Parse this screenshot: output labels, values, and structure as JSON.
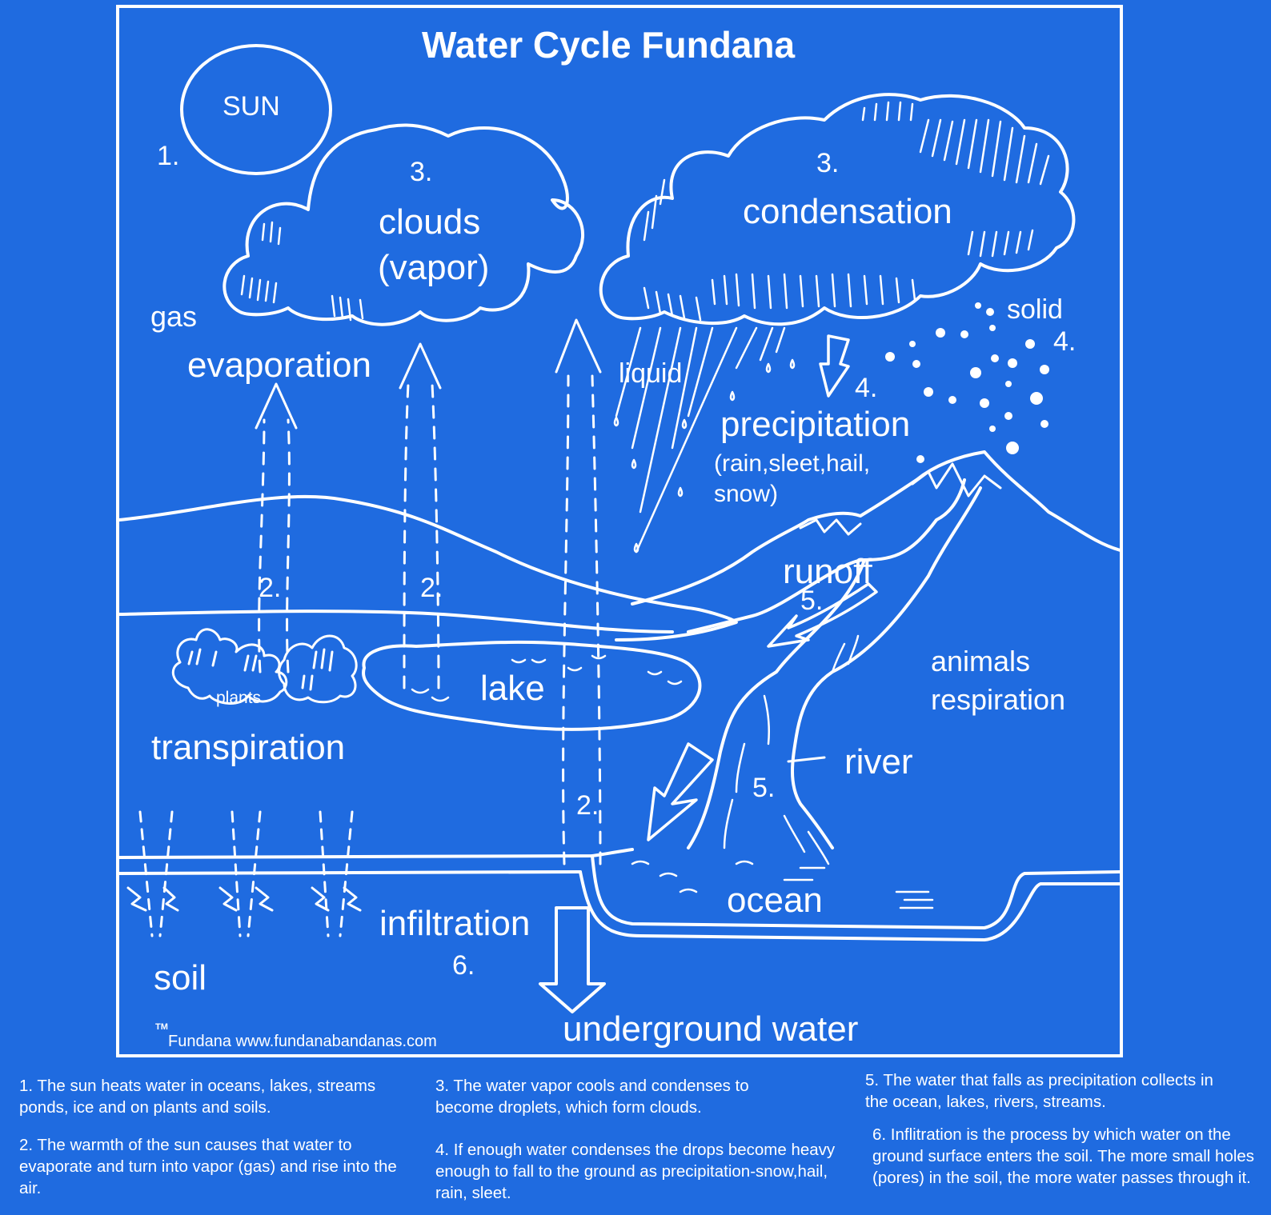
{
  "title": "Water Cycle Fundana",
  "colors": {
    "background": "#1f6be0",
    "lines": "#ffffff"
  },
  "labels": {
    "sun": "SUN",
    "step1": "1.",
    "clouds_num": "3.",
    "clouds": "clouds",
    "vapor": "(vapor)",
    "cond_num": "3.",
    "condensation": "condensation",
    "gas": "gas",
    "evaporation": "evaporation",
    "liquid": "liquid",
    "solid": "solid",
    "solid_num": "4.",
    "precip_num": "4.",
    "precipitation": "precipitation",
    "precip_types1": "(rain,sleet,hail,",
    "precip_types2": "snow)",
    "runoff": "runoff",
    "runoff_num": "5.",
    "animals": "animals",
    "respiration": "respiration",
    "river": "river",
    "river_num": "5.",
    "step2_a": "2.",
    "step2_b": "2.",
    "step2_c": "2.",
    "plants": "plants",
    "lake": "lake",
    "transpiration": "transpiration",
    "ocean": "ocean",
    "infiltration": "infiltration",
    "infiltration_num": "6.",
    "soil": "soil",
    "underground": "underground water",
    "trademark": "TM",
    "credit": "Fundana www.fundanabandanas.com"
  },
  "notes": {
    "n1": "1. The sun heats water in oceans, lakes, streams ponds, ice and on plants and soils.",
    "n2": "2. The warmth of the sun causes that water to evaporate and turn into vapor (gas) and rise into the air.",
    "n3": "3. The water vapor cools and condenses to become droplets, which form clouds.",
    "n4": "4. If enough water condenses the drops become heavy enough to fall to the ground as precipitation-snow,hail, rain, sleet.",
    "n5": "5. The water that falls as precipitation collects in the ocean, lakes, rivers, streams.",
    "n6": "6. Inflitration is the process by which water on the ground surface enters the soil. The more small holes (pores) in the soil, the more water passes through it."
  }
}
